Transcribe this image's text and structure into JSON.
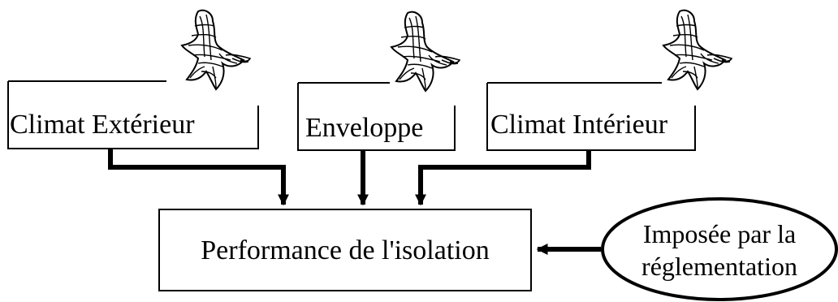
{
  "diagram": {
    "inputs": [
      {
        "label": "Climat Extérieur"
      },
      {
        "label": "Enveloppe"
      },
      {
        "label": "Climat Intérieur"
      }
    ],
    "result": {
      "label": "Performance de l'isolation"
    },
    "constraint": {
      "lines": [
        "Imposée par la",
        "réglementation"
      ]
    },
    "icon": "tornado-icon",
    "colors": {
      "stroke": "#000000",
      "background": "#ffffff"
    }
  }
}
